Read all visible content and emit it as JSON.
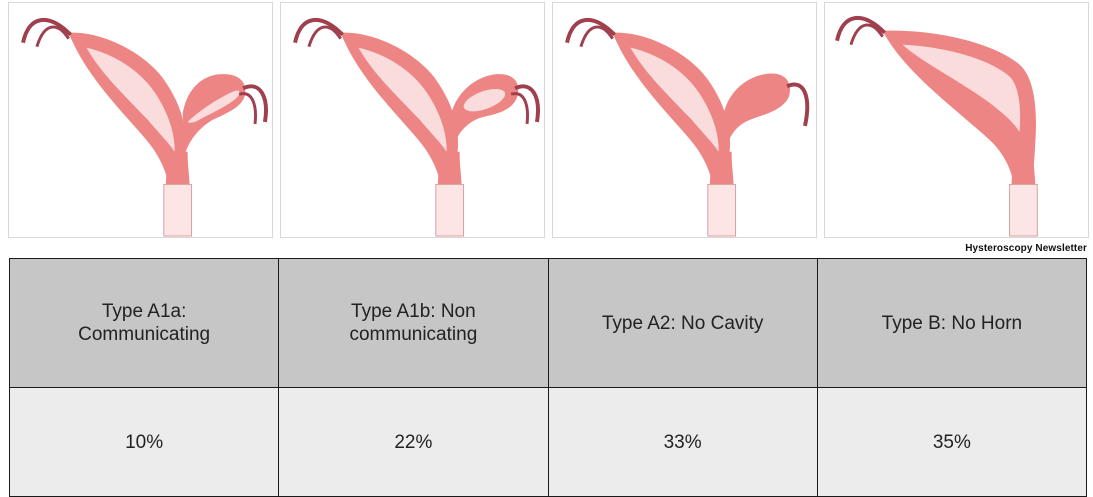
{
  "panels": [
    {
      "variant": "type-a1a-communicating"
    },
    {
      "variant": "type-a1b-non-communicating"
    },
    {
      "variant": "type-a2-no-cavity"
    },
    {
      "variant": "type-b-no-horn"
    }
  ],
  "colors": {
    "wall": "#ee8585",
    "cavity": "#fadcdc",
    "tube": "#a0404f",
    "cervix_canal": "#fbe5e5"
  },
  "credit": "Hysteroscopy Newsletter",
  "table": {
    "types": [
      {
        "label": "Type A1a: Communicating"
      },
      {
        "label": "Type A1b: Non communicating"
      },
      {
        "label": "Type A2: No Cavity"
      },
      {
        "label": "Type B: No Horn"
      }
    ],
    "percentages": [
      "10%",
      "22%",
      "33%",
      "35%"
    ]
  }
}
